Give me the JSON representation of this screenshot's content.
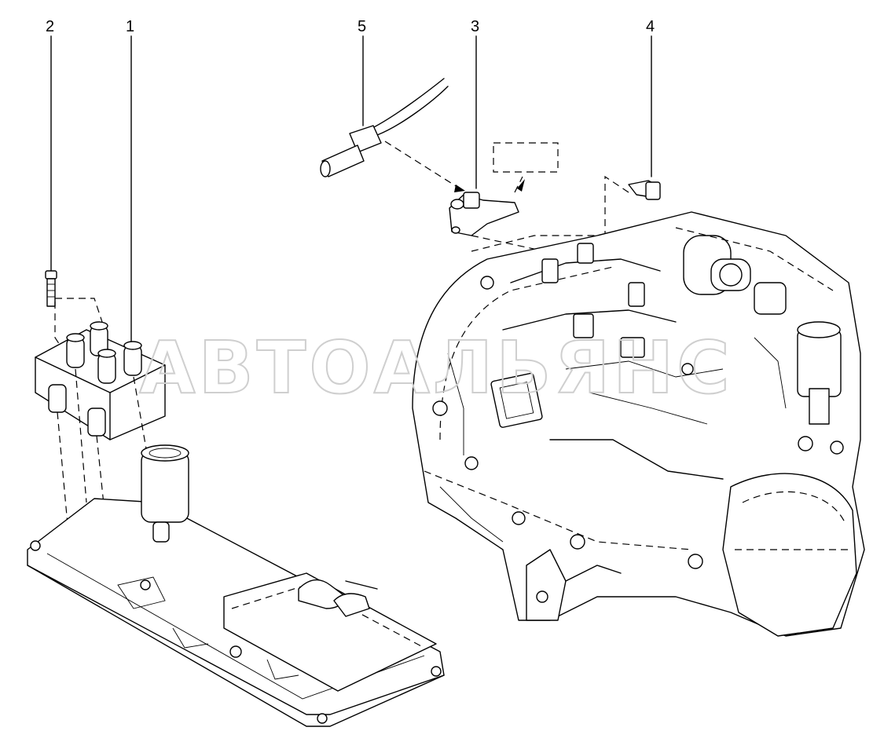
{
  "callouts": [
    {
      "id": "callout-2",
      "label": "2"
    },
    {
      "id": "callout-1",
      "label": "1"
    },
    {
      "id": "callout-5",
      "label": "5"
    },
    {
      "id": "callout-3",
      "label": "3"
    },
    {
      "id": "callout-4",
      "label": "4"
    }
  ],
  "watermark": {
    "text": "АВТОАЛЬЯНС"
  },
  "colors": {
    "line": "#000000",
    "background": "#ffffff",
    "watermark": "#cfcfcf"
  }
}
